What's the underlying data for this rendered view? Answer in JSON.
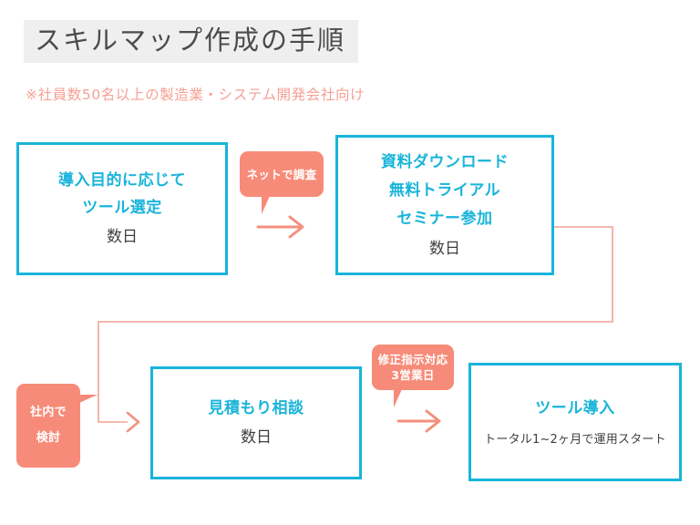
{
  "header": {
    "title": "スキルマップ作成の手順",
    "subtitle": "※社員数50名以上の製造業・システム開発会社向け",
    "title_highlight_color": "#efefef",
    "title_text_color": "#4b4b4b",
    "subtitle_color": "#f6a094"
  },
  "colors": {
    "box_border": "#19b4da",
    "box_title": "#19b4da",
    "accent_salmon": "#f78b79",
    "connector": "#f2a294",
    "note_text": "#3f3f3f",
    "background": "#ffffff"
  },
  "steps": [
    {
      "id": "step-1",
      "title_lines": [
        "導入目的に応じて",
        "ツール選定"
      ],
      "line1": "導入目的に応じて",
      "line2": "ツール選定",
      "note": "数日"
    },
    {
      "id": "step-2",
      "title_lines": [
        "資料ダウンロード",
        "無料トライアル",
        "セミナー参加"
      ],
      "line1": "資料ダウンロード",
      "line2": "無料トライアル",
      "line3": "セミナー参加",
      "note": "数日"
    },
    {
      "id": "step-3",
      "title_lines": [
        "見積もり相談"
      ],
      "line1": "見積もり相談",
      "note": "数日"
    },
    {
      "id": "step-4",
      "title_lines": [
        "ツール導入"
      ],
      "line1": "ツール導入",
      "note": "トータル1~2ヶ月で運用スタート"
    }
  ],
  "bubbles": [
    {
      "id": "bubble-research",
      "line1": "ネットで調査",
      "line2": "",
      "tail": "down"
    },
    {
      "id": "bubble-internal-review",
      "line1": "社内で",
      "line2": "検討",
      "tail": "right"
    },
    {
      "id": "bubble-revision",
      "line1": "修正指示対応",
      "line2": "3営業日",
      "tail": "down"
    }
  ],
  "connectors": [
    {
      "id": "arrow-1-to-2",
      "label": "ネットで調査"
    },
    {
      "id": "path-2-to-3",
      "label": "社内で検討"
    },
    {
      "id": "arrow-3-to-4",
      "label": "修正指示対応 3営業日"
    }
  ]
}
